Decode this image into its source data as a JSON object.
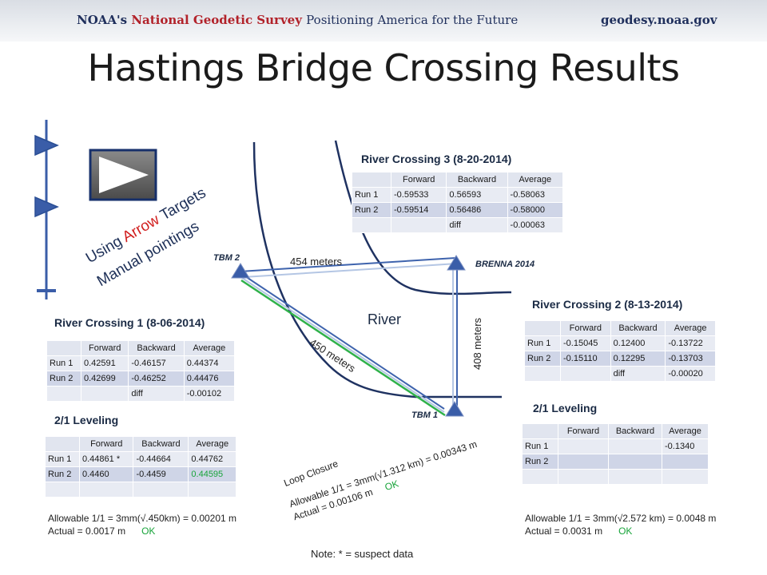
{
  "header": {
    "org_prefix": "NOAA's",
    "org_name": "National Geodetic Survey",
    "tagline": "Positioning America for the Future",
    "site": "geodesy.noaa.gov"
  },
  "title": "Hastings Bridge Crossing Results",
  "side_note": {
    "line1_a": "Using ",
    "line1_b": "Arrow",
    "line1_c": " Targets",
    "line2": "Manual pointings"
  },
  "map": {
    "tbm2": "TBM 2",
    "tbm1": "TBM 1",
    "brenna": "BRENNA 2014",
    "river": "River",
    "dist_454": "454 meters",
    "dist_450": "450 meters",
    "dist_408": "408 meters"
  },
  "crossing3": {
    "title": "River Crossing 3 (8-20-2014)",
    "header": [
      "",
      "Forward",
      "Backward",
      "Average"
    ],
    "rows": [
      [
        "Run 1",
        "-0.59533",
        "0.56593",
        "-0.58063"
      ],
      [
        "Run 2",
        "-0.59514",
        "0.56486",
        "-0.58000"
      ],
      [
        "",
        "",
        "diff",
        "-0.00063"
      ]
    ]
  },
  "crossing2": {
    "title": "River Crossing 2 (8-13-2014)",
    "header": [
      "",
      "Forward",
      "Backward",
      "Average"
    ],
    "rows": [
      [
        "Run 1",
        "-0.15045",
        "0.12400",
        "-0.13722"
      ],
      [
        "Run 2",
        "-0.15110",
        "0.12295",
        "-0.13703"
      ],
      [
        "",
        "",
        "diff",
        "-0.00020"
      ]
    ]
  },
  "crossing1": {
    "title": "River Crossing 1 (8-06-2014)",
    "header": [
      "",
      "Forward",
      "Backward",
      "Average"
    ],
    "rows": [
      [
        "Run 1",
        "0.42591",
        "-0.46157",
        "0.44374"
      ],
      [
        "Run 2",
        "0.42699",
        "-0.46252",
        "0.44476"
      ],
      [
        "",
        "",
        "diff",
        "-0.00102"
      ]
    ]
  },
  "leveling_left": {
    "title": "2/1 Leveling",
    "header": [
      "",
      "Forward",
      "Backward",
      "Average"
    ],
    "rows": [
      [
        "Run 1",
        "0.44861  *",
        "-0.44664",
        "0.44762"
      ],
      [
        "Run 2",
        "0.4460",
        "-0.4459",
        "0.44595"
      ],
      [
        "",
        "",
        "",
        ""
      ]
    ],
    "allowable": "Allowable 1/1 = 3mm(√.450km) = 0.00201  m",
    "actual": "Actual = 0.0017  m",
    "ok": "OK"
  },
  "leveling_right": {
    "title": "2/1 Leveling",
    "header": [
      "",
      "Forward",
      "Backward",
      "Average"
    ],
    "rows": [
      [
        "Run 1",
        "",
        "",
        "-0.1340"
      ],
      [
        "Run 2",
        "",
        "",
        ""
      ],
      [
        "",
        "",
        "",
        ""
      ]
    ],
    "allowable": "Allowable 1/1 = 3mm(√2.572 km) = 0.0048  m",
    "actual": "Actual = 0.0031  m",
    "ok": "OK"
  },
  "loop": {
    "title": "Loop Closure",
    "allowable": "Allowable 1/1 = 3mm(√1.312 km) = 0.00343  m",
    "actual": "Actual = 0.00106  m",
    "ok": "OK"
  },
  "note": "Note: * = suspect data",
  "colors": {
    "navy": "#1f2f5c",
    "accent_red": "#b2222a",
    "ok_green": "#18a43a",
    "arrow_blue": "#3a5da8",
    "table_band": "#cfd5e7"
  }
}
